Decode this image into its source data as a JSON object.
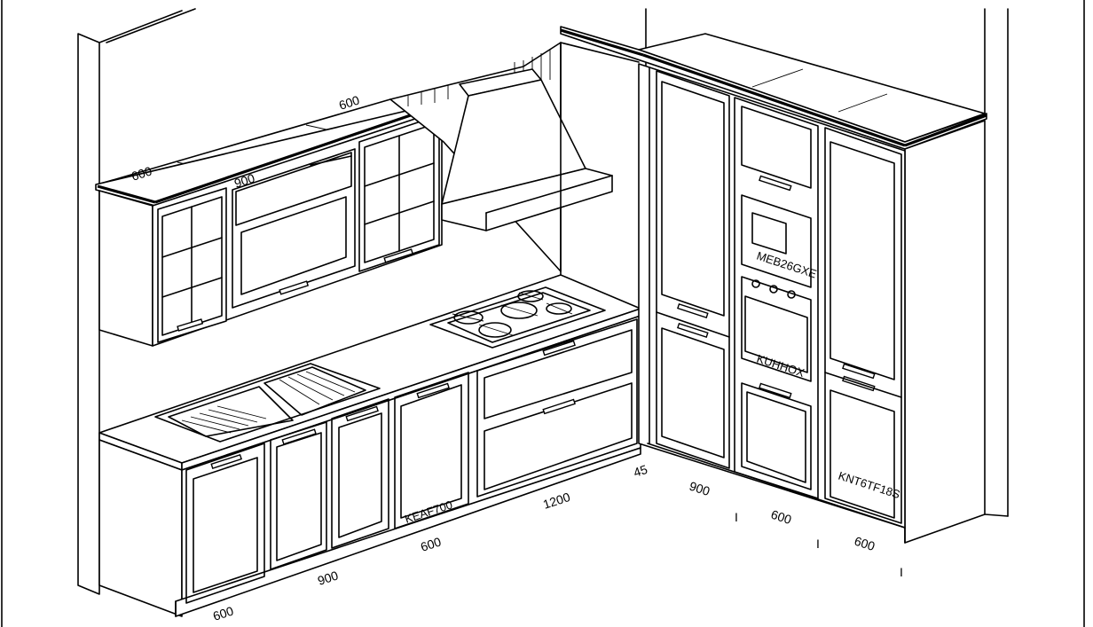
{
  "dimensions": {
    "wall_upper_left": "600",
    "wall_upper_mid": "900",
    "wall_upper_right": "600",
    "base_1": "600",
    "base_2": "900",
    "base_3": "600",
    "base_4": "1200",
    "corner": "45",
    "tall_1": "900",
    "tall_2": "600",
    "tall_3": "600",
    "tick_mark": "I"
  },
  "appliance_labels": {
    "microwave": "MEB26GXE",
    "oven": "KUHHOX",
    "dishwasher": "KEAF700",
    "fridge": "KNT6TF18S"
  },
  "colors": {
    "line": "#000000",
    "background": "#ffffff"
  }
}
